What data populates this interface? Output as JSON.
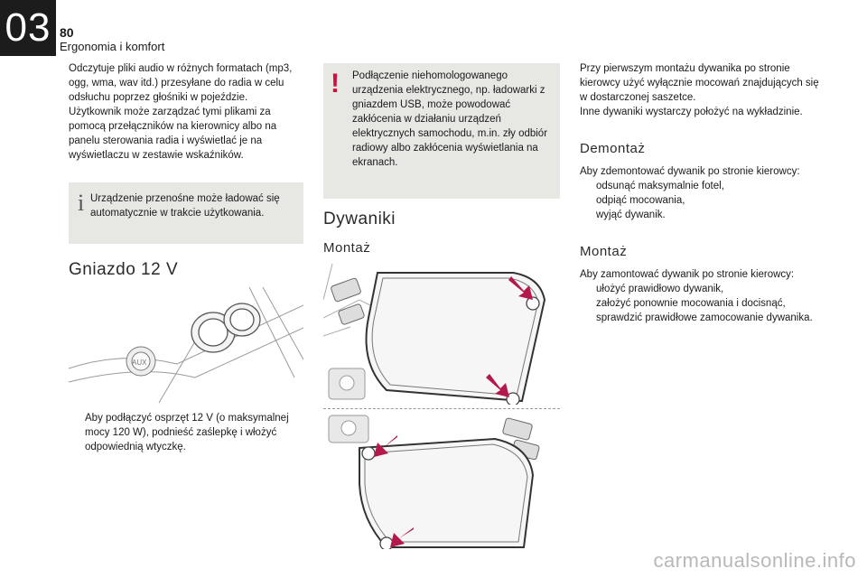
{
  "header": {
    "chapter": "03",
    "page_number": "80",
    "section": "Ergonomia i komfort"
  },
  "col1": {
    "intro": "Odczytuje pliki audio w różnych formatach (mp3, ogg, wma, wav itd.) przesyłane do radia w celu odsłuchu poprzez głośniki w pojeździe.",
    "intro2": "Użytkownik może zarządzać tymi plikami za pomocą przełączników na kierownicy albo na panelu sterowania radia i wyświetlać je na wyświetlaczu w zestawie wskaźników.",
    "info_icon": "i",
    "info_text": "Urządzenie przenośne może ładować się automatycznie w trakcie użytkowania.",
    "heading": "Gniazdo 12 V",
    "illus_label": "AUX",
    "bullet_glyph": "",
    "bullet": "Aby podłączyć osprzęt 12 V (o maksymalnej mocy 120 W), podnieść zaślepkę i włożyć odpowiednią wtyczkę."
  },
  "col2": {
    "warn_icon": "!",
    "warn_text": "Podłączenie niehomologowanego urządzenia elektrycznego, np. ładowarki z gniazdem USB, może powodować zakłócenia w działaniu urządzeń elektrycznych samochodu, m.in. zły odbiór radiowy albo zakłócenia wyświetlania na ekranach.",
    "heading": "Dywaniki",
    "subheading": "Montaż"
  },
  "col3": {
    "intro": "Przy pierwszym montażu dywanika po stronie kierowcy użyć wyłącznie mocowań znajdujących się w dostarczonej saszetce.",
    "intro2": "Inne dywaniki wystarczy położyć na wykładzinie.",
    "demontaz_heading": "Demontaż",
    "demontaz_lead": "Aby zdemontować dywanik po stronie kierowcy:",
    "demontaz_steps": [
      "odsunąć maksymalnie fotel,",
      "odpiąć mocowania,",
      "wyjąć dywanik."
    ],
    "montaz_heading": "Montaż",
    "montaz_lead": "Aby zamontować dywanik po stronie kierowcy:",
    "montaz_steps": [
      "ułożyć prawidłowo dywanik,",
      "założyć ponownie mocowania i docisnąć,",
      "sprawdzić prawidłowe zamocowanie dywanika."
    ]
  },
  "colors": {
    "arrow": "#b3194a",
    "box": "#e7e7e4",
    "warn": "#d0103a"
  },
  "watermark": "carmanualsonline.info"
}
